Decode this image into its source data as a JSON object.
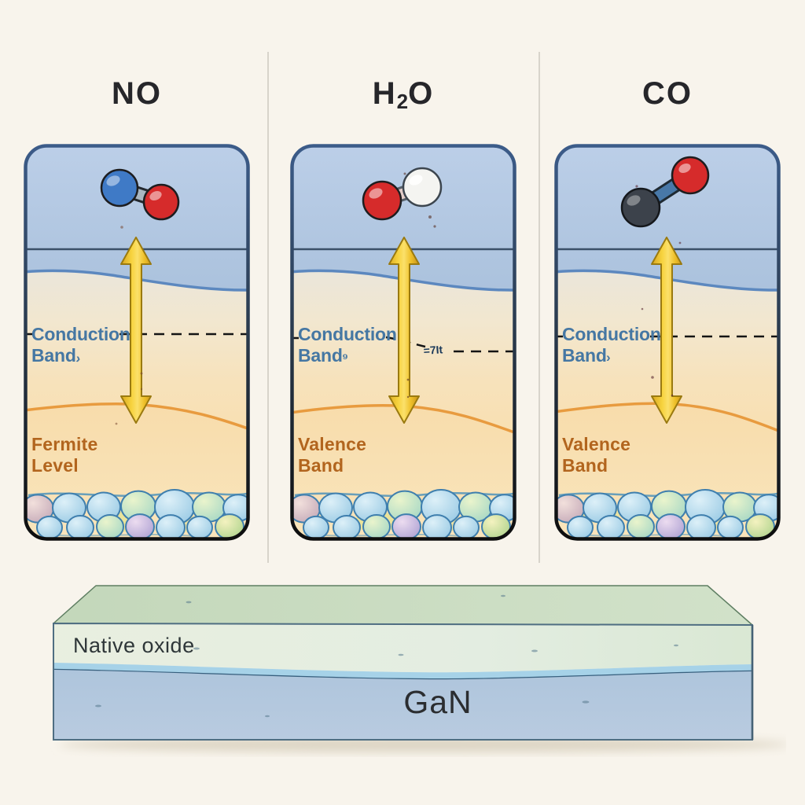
{
  "sections": [
    {
      "title": {
        "t1": "NO",
        "sub": "",
        "t2": ""
      }
    },
    {
      "title": {
        "t1": "H",
        "sub": "2",
        "t2": "O"
      }
    },
    {
      "title": {
        "t1": "CO",
        "sub": "",
        "t2": ""
      }
    }
  ],
  "panels": [
    {
      "id": "no",
      "molecule": {
        "label": "NO molecule",
        "atoms": [
          {
            "element": "N",
            "color": "#3f7ac6"
          },
          {
            "element": "O",
            "color": "#d62b2b"
          }
        ],
        "bond_color": "#a9b6c0"
      },
      "labels": {
        "conduction_line1": "Conduction",
        "conduction_line2": "Band",
        "conduction_artifact": "›",
        "dash_artifact": "",
        "level_line1": "Fermite",
        "level_line2": "Level"
      }
    },
    {
      "id": "h2o",
      "molecule": {
        "label": "H2O molecule",
        "atoms": [
          {
            "element": "O",
            "color": "#d62b2b"
          },
          {
            "element": "H",
            "color": "#f4f4f1"
          }
        ],
        "bond_color": "#e3cdc9"
      },
      "labels": {
        "conduction_line1": "Conduction",
        "conduction_line2": "Band",
        "conduction_artifact": "⁹",
        "dash_artifact": "=7It",
        "level_line1": "Valence",
        "level_line2": "Band"
      }
    },
    {
      "id": "co",
      "molecule": {
        "label": "CO molecule",
        "atoms": [
          {
            "element": "C",
            "color": "#3c424b"
          },
          {
            "element": "O",
            "color": "#d62b2b"
          }
        ],
        "bond_color": "#4878a8"
      },
      "labels": {
        "conduction_line1": "Conduction",
        "conduction_line2": "Band",
        "conduction_artifact": "›",
        "dash_artifact": "",
        "level_line1": "Valence",
        "level_line2": "Band"
      }
    }
  ],
  "substrate": {
    "layers": [
      {
        "label": "Native oxide",
        "color": "#e4eddc"
      },
      {
        "label": "GaN",
        "color": "#b2c7dc"
      }
    ]
  },
  "styles": {
    "background": "#f8f4ec",
    "title_color": "#26262a",
    "conduction_color": "#4577a3",
    "level_color": "#b2651e",
    "arrow_color": "#f5cf3a",
    "dashed_line_color": "#141414",
    "valence_edge_color": "#e89b3f",
    "surface_line_color": "#5c88bf",
    "bubble_color": "#a9d3e8"
  }
}
